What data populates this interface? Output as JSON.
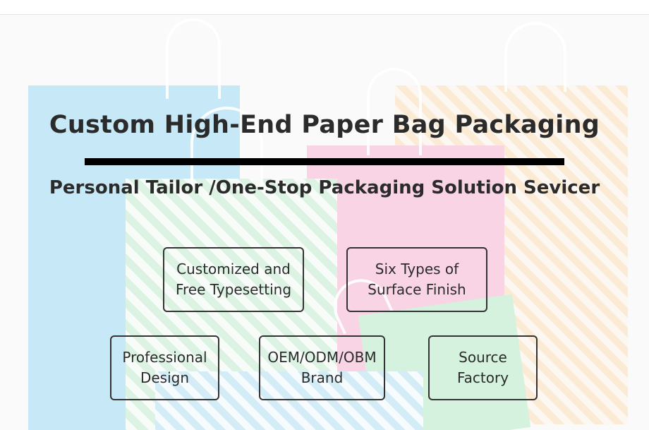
{
  "banner": {
    "title": "Custom High-End Paper Bag Packaging",
    "subtitle": "Personal Tailor /One-Stop Packaging Solution Sevicer"
  },
  "features": [
    {
      "line1": "Customized and",
      "line2": "Free Typesetting"
    },
    {
      "line1": "Six Types of",
      "line2": "Surface Finish"
    },
    {
      "line1": "Professional",
      "line2": "Design"
    },
    {
      "line1": "OEM/ODM/OBM",
      "line2": "Brand"
    },
    {
      "line1": "Source",
      "line2": "Factory"
    }
  ],
  "colors": {
    "title_text": "#2b2b2b",
    "rule": "#000000",
    "box_border": "#333333"
  }
}
